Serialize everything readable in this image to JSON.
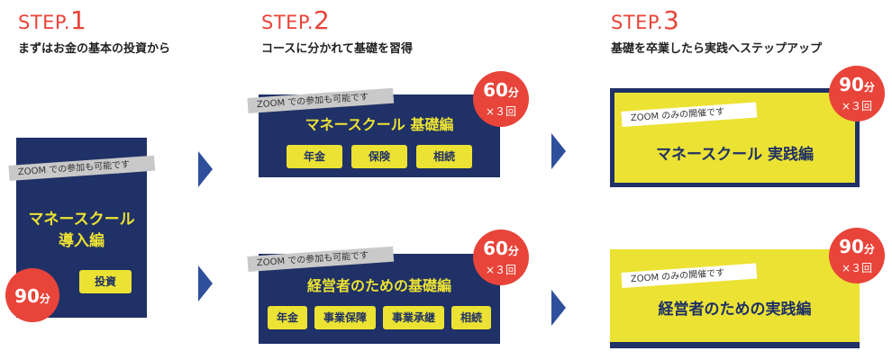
{
  "steps": [
    {
      "prefix": "STEP.",
      "number": "1",
      "desc": "まずはお金の基本の投資から"
    },
    {
      "prefix": "STEP.",
      "number": "2",
      "desc": "コースに分かれて基礎を習得"
    },
    {
      "prefix": "STEP.",
      "number": "3",
      "desc": "基礎を卒業したら実践へステップアップ"
    }
  ],
  "step1": {
    "ribbon": "ZOOM での参加も可能です",
    "title_line1": "マネースクール",
    "title_line2": "導入編",
    "pill": "投資",
    "badge_minutes": "90",
    "badge_unit": "分"
  },
  "step2_top": {
    "ribbon": "ZOOM での参加も可能です",
    "title": "マネースクール 基礎編",
    "pills": [
      "年金",
      "保険",
      "相続"
    ],
    "badge_minutes": "60",
    "badge_unit": "分",
    "badge_times": "×３回"
  },
  "step2_bottom": {
    "ribbon": "ZOOM での参加も可能です",
    "title": "経営者のための基礎編",
    "pills": [
      "年金",
      "事業保障",
      "事業承継",
      "相続"
    ],
    "badge_minutes": "60",
    "badge_unit": "分",
    "badge_times": "×３回"
  },
  "step3_top": {
    "ribbon": "ZOOM のみの開催です",
    "title": "マネースクール 実践編",
    "badge_minutes": "90",
    "badge_unit": "分",
    "badge_times": "×３回"
  },
  "step3_bottom": {
    "ribbon": "ZOOM のみの開催です",
    "title": "経営者のための実践編",
    "badge_minutes": "90",
    "badge_unit": "分",
    "badge_times": "×３回"
  },
  "colors": {
    "navy": "#1f3166",
    "yellow": "#ece233",
    "red": "#e8443a",
    "arrow": "#2f4f9c"
  }
}
